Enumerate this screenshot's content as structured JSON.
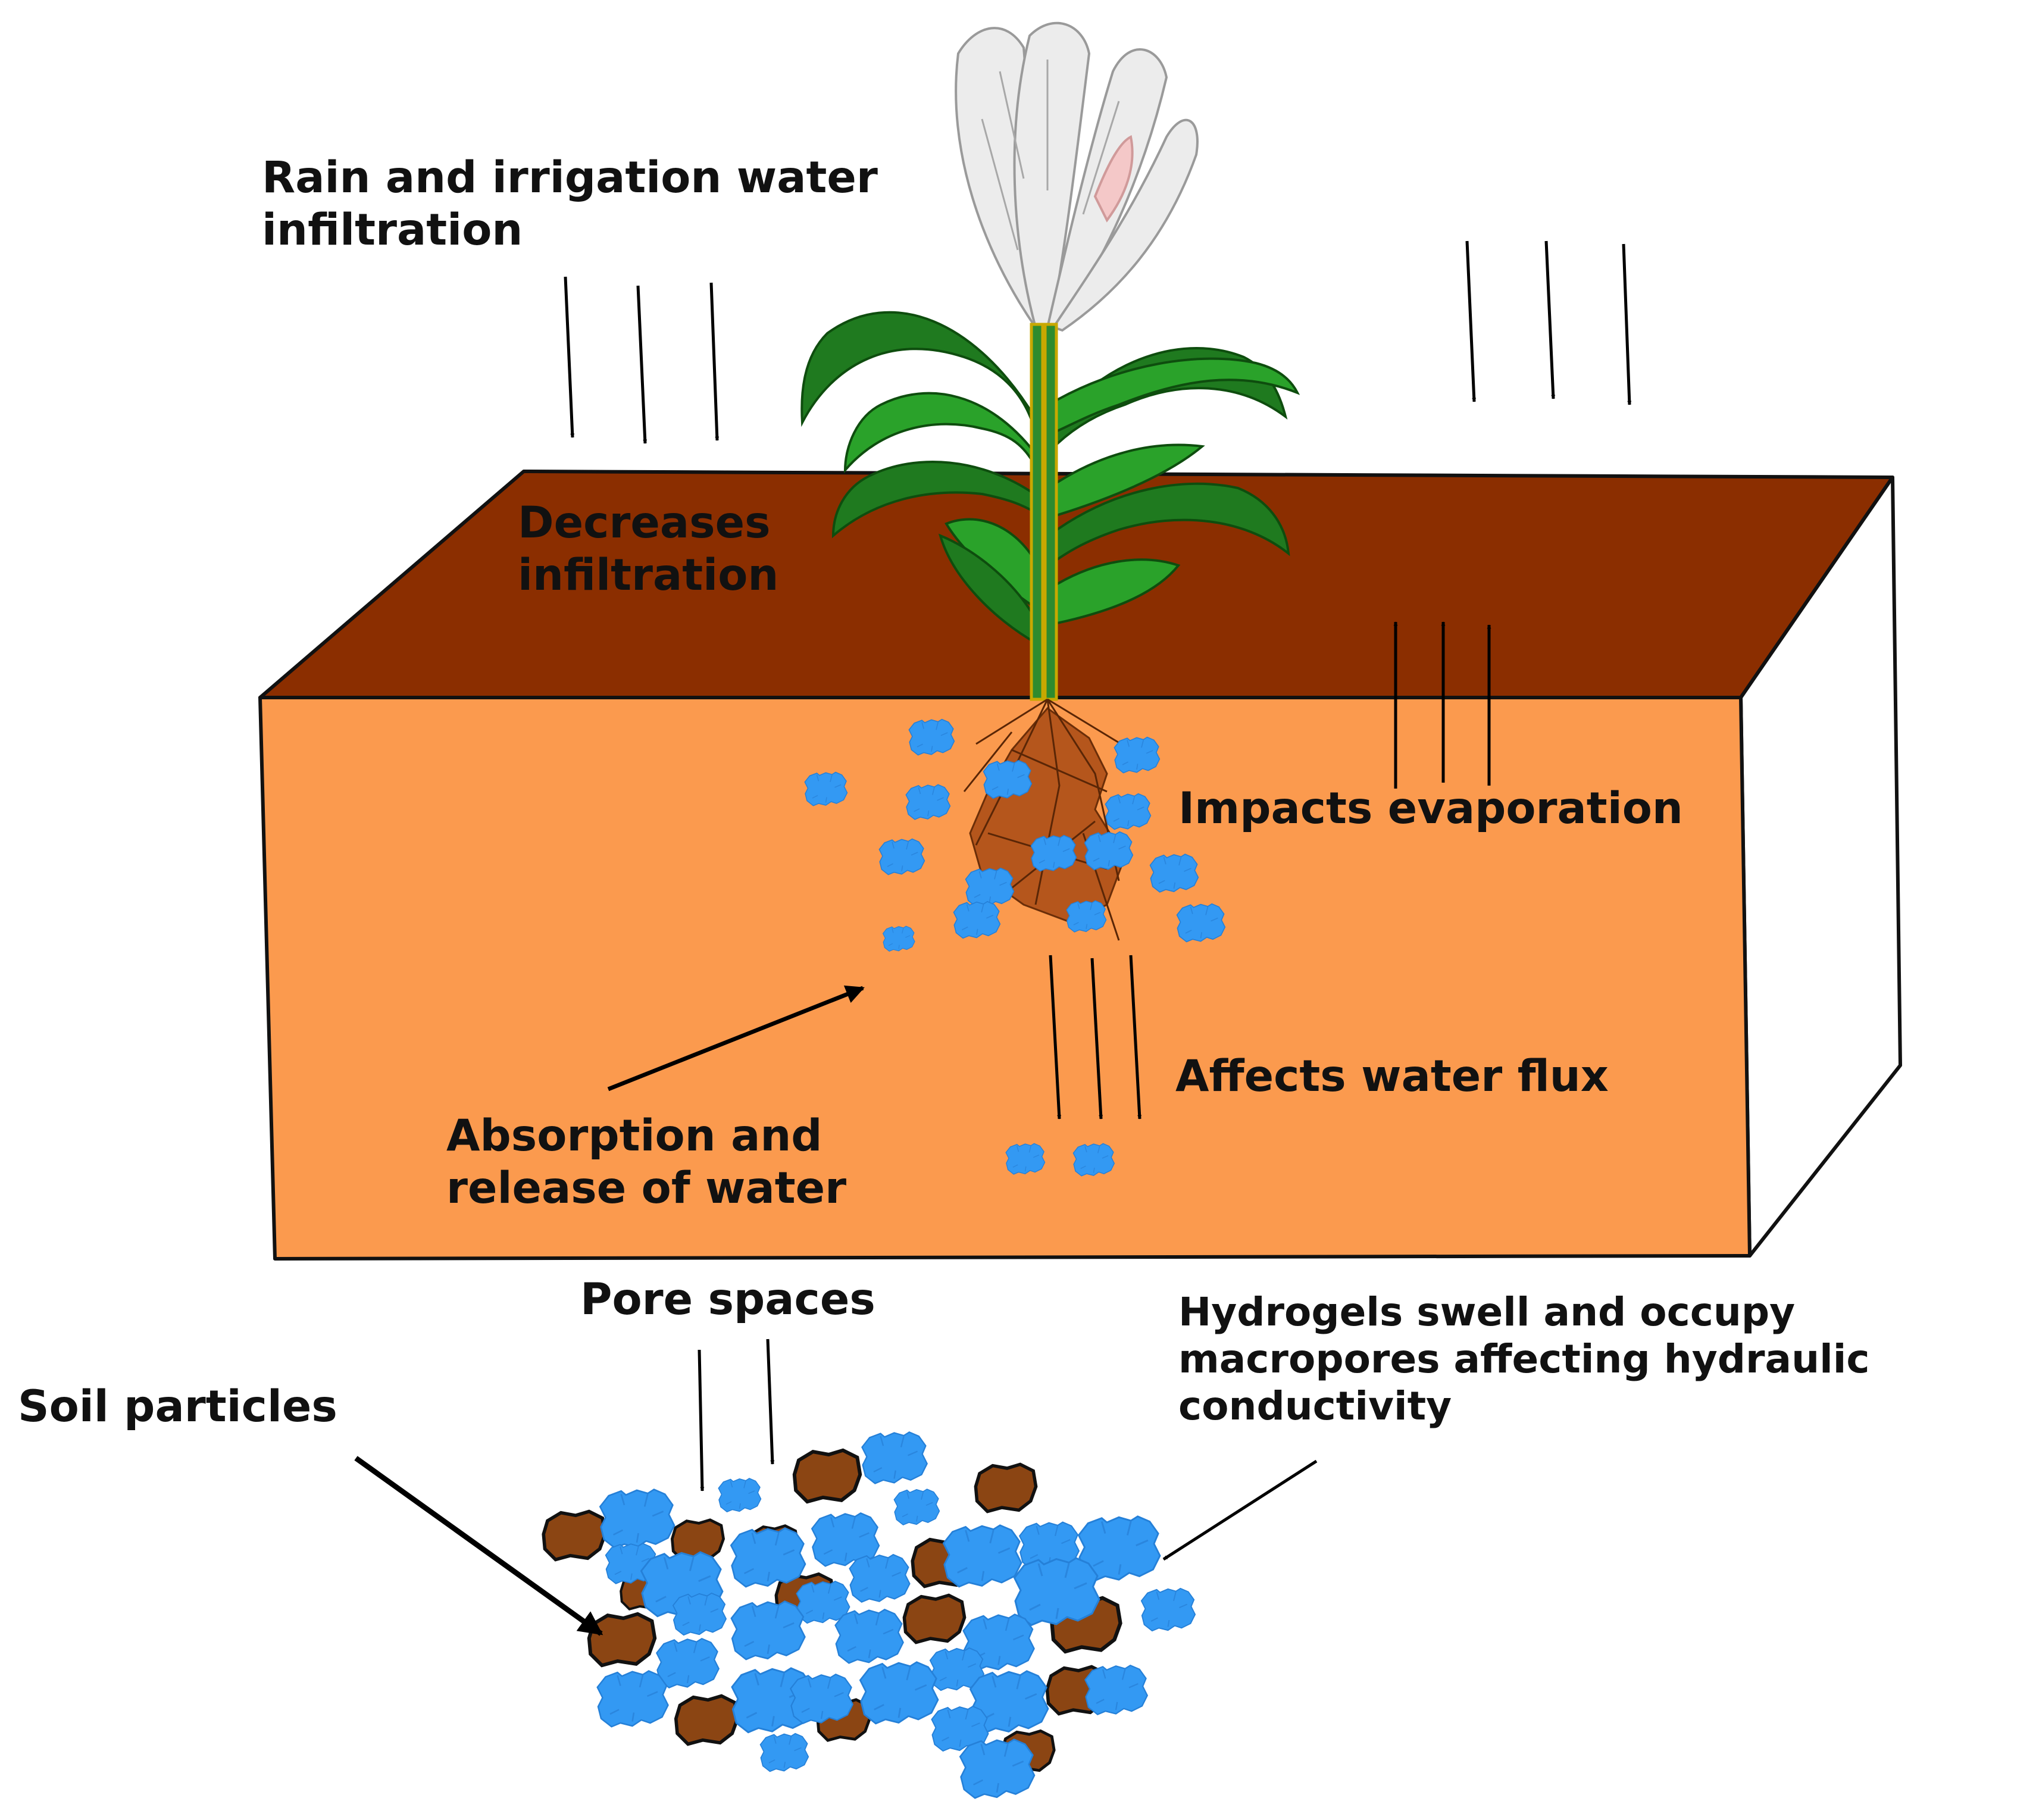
{
  "labels": {
    "rain": [
      "Rain and irrigation water",
      "infiltration"
    ],
    "decreases": [
      "Decreases",
      "infiltration"
    ],
    "evaporation": "Impacts evaporation",
    "flux": "Affects water flux",
    "absorption": [
      "Absorption and",
      "release of water"
    ],
    "pore": "Pore spaces",
    "soil": "Soil particles",
    "hydrogels": [
      "Hydrogels swell and occupy",
      "macropores affecting hydraulic",
      "conductivity"
    ]
  },
  "colors": {
    "soil_top": "#8b2e00",
    "soil_front": "#fb9a4e",
    "soil_side": "#ffffff",
    "hydrogel": "#3399f3",
    "soil_particle": "#8b4513",
    "leaf_dark": "#1f7a1f",
    "leaf_light": "#2aa22a",
    "root": "#b5561c",
    "arrow": "#000000"
  }
}
